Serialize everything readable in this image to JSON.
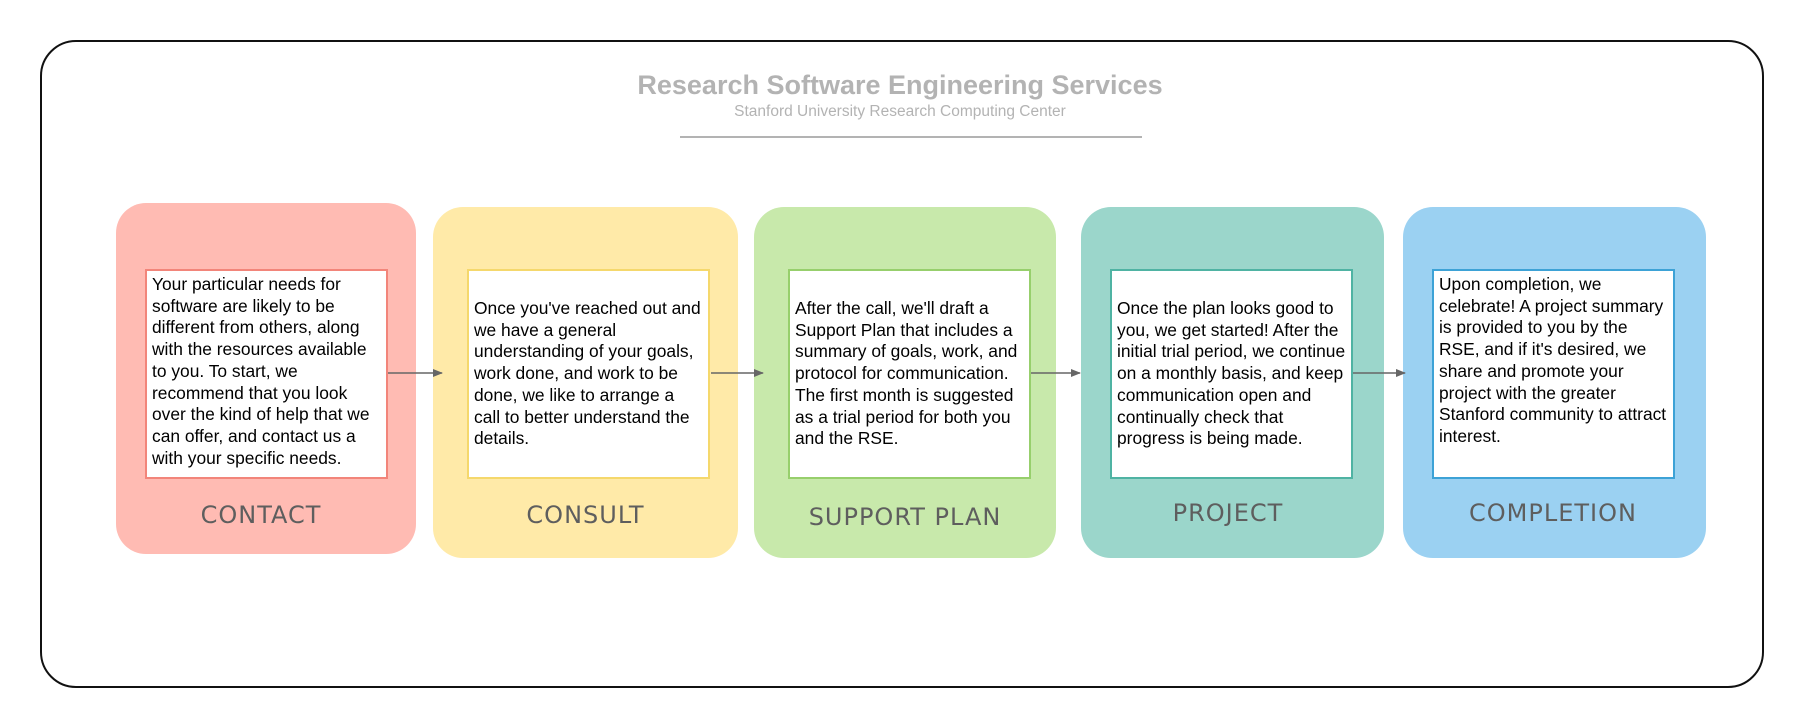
{
  "header": {
    "title": "Research Software Engineering Services",
    "subtitle": "Stanford University Research Computing Center"
  },
  "stages": [
    {
      "label": "CONTACT",
      "description": "Your particular needs for software are likely to be different from others, along with the resources available to you. To start, we recommend that you look over the kind of help that we can offer, and contact us a with your specific needs.",
      "fill_color": "#ffbbb3",
      "border_color": "#f2857a"
    },
    {
      "label": "CONSULT",
      "description": "Once you've reached out and we have a general understanding of your goals, work done, and work to be done, we like to arrange a call to better understand the details.",
      "fill_color": "#ffeaa8",
      "border_color": "#f5d86c"
    },
    {
      "label": "SUPPORT PLAN",
      "description": "After the call, we'll draft a Support Plan that includes a summary of goals, work, and protocol for communication. The first month is suggested as a trial period for both you and the RSE.",
      "fill_color": "#c8e9ab",
      "border_color": "#97cf6c"
    },
    {
      "label": "PROJECT",
      "description": "Once the plan looks good to you, we get started! After the initial trial period, we continue on a monthly basis, and keep communication open and continually check that progress is being made.",
      "fill_color": "#9bd6cb",
      "border_color": "#4fb3a3"
    },
    {
      "label": "COMPLETION",
      "description": "Upon completion, we celebrate! A project summary is provided to you by the RSE, and if it's desired, we share and promote your project with the greater Stanford community to attract interest.",
      "fill_color": "#9bd1f2",
      "border_color": "#3da2d6"
    }
  ],
  "colors": {
    "title_text": "#b3b3b3",
    "label_text": "#5e5e5e",
    "arrow": "#666666",
    "frame_border": "#111111"
  }
}
